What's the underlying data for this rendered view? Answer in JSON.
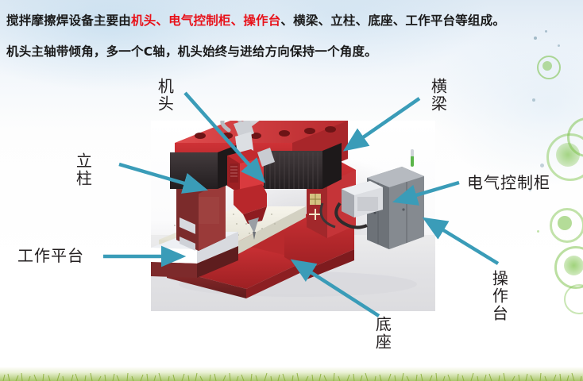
{
  "slide": {
    "heading": {
      "line1_prefix": "搅拌摩擦焊设备主要由",
      "line1_highlight": "机头、电气控制柜、操作台",
      "line1_suffix": "、横梁、立柱、底座、工作平台等组成。",
      "line2": "机头主轴带倾角，多一个C轴，机头始终与进给方向保持一个角度。",
      "highlight_color": "#e8121a",
      "text_color": "#1a1a1a"
    },
    "callout_color": "#3a9cb8",
    "labels": [
      {
        "id": "machine-head",
        "text": "机头",
        "orientation": "vertical"
      },
      {
        "id": "cross-beam",
        "text": "横梁",
        "orientation": "vertical"
      },
      {
        "id": "column",
        "text": "立柱",
        "orientation": "vertical"
      },
      {
        "id": "electrical-cabinet",
        "text": "电气控制柜",
        "orientation": "horizontal"
      },
      {
        "id": "work-platform",
        "text": "工作平台",
        "orientation": "horizontal"
      },
      {
        "id": "operation-console",
        "text": "操作台",
        "orientation": "vertical"
      },
      {
        "id": "base",
        "text": "底座",
        "orientation": "vertical"
      }
    ],
    "figure": {
      "alt": "红色龙门式搅拌摩擦焊设备三维模型，带灰色电气控制柜",
      "machine_color": "#c4282c",
      "cabinet_color": "#74787e",
      "table_color": "#f1efe4",
      "indicator_color": "#5bb54a"
    },
    "decor": {
      "bubble_color": "#77c043",
      "grass_color": "#8db339",
      "sky_color": "#dfeaf4"
    }
  }
}
